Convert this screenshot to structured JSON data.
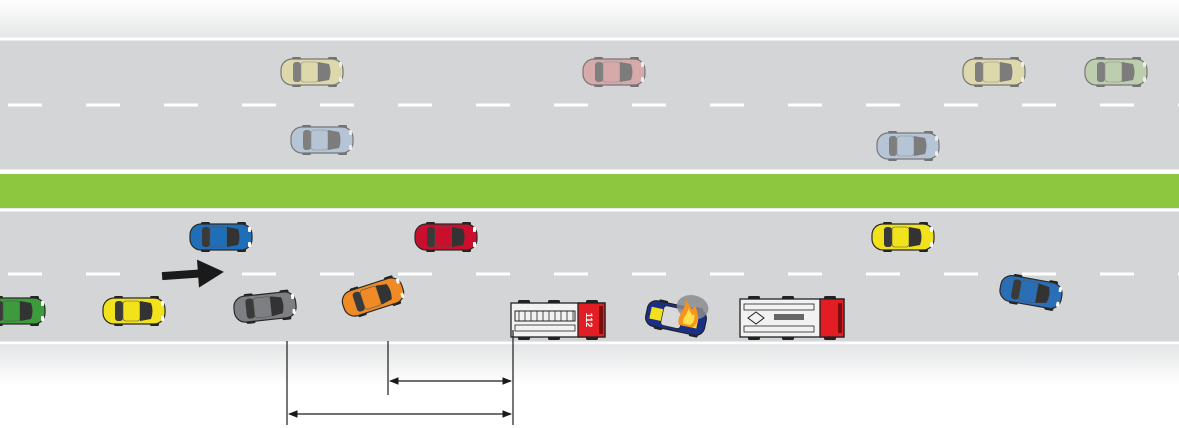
{
  "scene": {
    "description_text": "",
    "colors": {
      "road": "#d4d5d6",
      "road_edge": "#ffffff",
      "median": "#8dc63f",
      "lane_marking": "#ffffff",
      "arrow": "#1a1a1a",
      "dimension_line": "#1a1a1a"
    },
    "upper_carriageway": {
      "faded": true,
      "vehicles": [
        {
          "name": "upper-car-yellow-1",
          "color": "#e6dc8a"
        },
        {
          "name": "upper-car-red",
          "color": "#d98888"
        },
        {
          "name": "upper-car-yellow-2",
          "color": "#e6dc8a"
        },
        {
          "name": "upper-car-green",
          "color": "#a8c98e"
        },
        {
          "name": "upper-car-blue-1",
          "color": "#9cb8d6"
        },
        {
          "name": "upper-car-blue-2",
          "color": "#9cb8d6"
        }
      ]
    },
    "lower_carriageway": {
      "traffic_direction": "left-to-right",
      "vehicles": [
        {
          "name": "car-green-partial",
          "color": "#3d9a3d"
        },
        {
          "name": "car-yellow-1",
          "color": "#f2e21c"
        },
        {
          "name": "car-blue-1",
          "color": "#1f6fb8"
        },
        {
          "name": "car-gray",
          "color": "#7d7f82"
        },
        {
          "name": "car-orange",
          "color": "#f08a24"
        },
        {
          "name": "car-red",
          "color": "#c8102e"
        },
        {
          "name": "fire-truck-1",
          "color": "#e21d24"
        },
        {
          "name": "crashed-police-car",
          "color": "#1c2f86"
        },
        {
          "name": "fire-truck-2",
          "color": "#e21d24"
        },
        {
          "name": "car-yellow-2",
          "color": "#f2e21c"
        },
        {
          "name": "car-blue-2",
          "color": "#2a6fb5"
        }
      ],
      "fire_truck_1_badge": "112"
    },
    "dimension_lines": [
      {
        "name": "distance-short"
      },
      {
        "name": "distance-long"
      }
    ]
  }
}
